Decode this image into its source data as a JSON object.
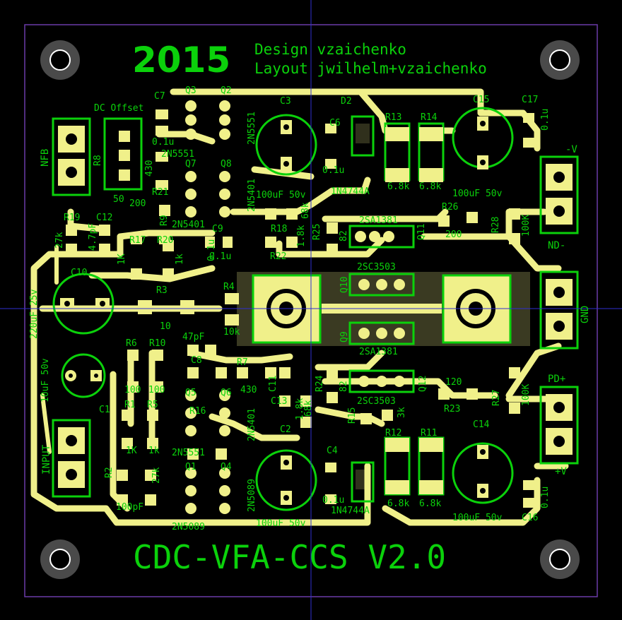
{
  "board": {
    "year": "2015",
    "design_line": "Design vzaichenko",
    "layout_line": "Layout jwilhelm+vzaichenko",
    "title": "CDC-VFA-CCS V2.0",
    "dc_offset": "DC Offset"
  },
  "connectors": {
    "nfb": "NFB",
    "input": "INPUT",
    "nd_minus": "ND-",
    "gnd": "GND",
    "pd_plus": "PD+",
    "v_minus": "-V",
    "v_plus": "+V"
  },
  "labels": [
    {
      "id": "c7",
      "text": "C7"
    },
    {
      "id": "q3",
      "text": "Q3"
    },
    {
      "id": "q2",
      "text": "Q2"
    },
    {
      "id": "c3",
      "text": "C3"
    },
    {
      "id": "d2",
      "text": "D2"
    },
    {
      "id": "r13",
      "text": "R13"
    },
    {
      "id": "r14",
      "text": "R14"
    },
    {
      "id": "c15",
      "text": "C15"
    },
    {
      "id": "c17",
      "text": "C17"
    },
    {
      "id": "r8",
      "text": "R8"
    },
    {
      "id": "v430",
      "text": "430"
    },
    {
      "id": "v0_1u_a",
      "text": "0.1u"
    },
    {
      "id": "q7",
      "text": "Q7"
    },
    {
      "id": "q8",
      "text": "Q8"
    },
    {
      "id": "n2n5551_a",
      "text": "2N5551"
    },
    {
      "id": "n2n5551_b",
      "text": "2N5551"
    },
    {
      "id": "v50",
      "text": "50"
    },
    {
      "id": "r21",
      "text": "R21"
    },
    {
      "id": "v200_a",
      "text": "200"
    },
    {
      "id": "r9",
      "text": "R9"
    },
    {
      "id": "n2n5401_a",
      "text": "2N5401"
    },
    {
      "id": "n2n5401_b",
      "text": "2N5401"
    },
    {
      "id": "c6",
      "text": "C6"
    },
    {
      "id": "v0_1u_b",
      "text": "0.1u"
    },
    {
      "id": "v100uf_a",
      "text": "100uF 50v"
    },
    {
      "id": "n4744a_a",
      "text": "1N4744A"
    },
    {
      "id": "v6_8k_a",
      "text": "6.8k"
    },
    {
      "id": "v6_8k_b",
      "text": "6.8k"
    },
    {
      "id": "v100uf_b",
      "text": "100uF 50v"
    },
    {
      "id": "v0_1u_c",
      "text": "0.1u"
    },
    {
      "id": "r19",
      "text": "R19"
    },
    {
      "id": "c12",
      "text": "C12"
    },
    {
      "id": "v27k_a",
      "text": "27k"
    },
    {
      "id": "v4_7pf",
      "text": "4.7pF"
    },
    {
      "id": "r17",
      "text": "R17"
    },
    {
      "id": "r20",
      "text": "R20"
    },
    {
      "id": "c9",
      "text": "C9"
    },
    {
      "id": "v0_1u_d",
      "text": "0.1u"
    },
    {
      "id": "r18",
      "text": "R18"
    },
    {
      "id": "v68k",
      "text": "68k"
    },
    {
      "id": "r22",
      "text": "R22"
    },
    {
      "id": "v1_8k",
      "text": "1.8k"
    },
    {
      "id": "r25",
      "text": "R25"
    },
    {
      "id": "v82_a",
      "text": "82"
    },
    {
      "id": "n2sa1381_a",
      "text": "2SA1381"
    },
    {
      "id": "q11",
      "text": "Q11"
    },
    {
      "id": "r26",
      "text": "R26"
    },
    {
      "id": "v200_b",
      "text": "200"
    },
    {
      "id": "r28",
      "text": "R28"
    },
    {
      "id": "v100k_a",
      "text": "100K"
    },
    {
      "id": "c10",
      "text": "C10"
    },
    {
      "id": "v220uf",
      "text": "220uF 25v"
    },
    {
      "id": "v1k_a",
      "text": "1K"
    },
    {
      "id": "v1k_b",
      "text": "1k"
    },
    {
      "id": "r3",
      "text": "R3"
    },
    {
      "id": "r4",
      "text": "R4"
    },
    {
      "id": "v10_a",
      "text": "10"
    },
    {
      "id": "v10k",
      "text": "10k"
    },
    {
      "id": "q10",
      "text": "Q10"
    },
    {
      "id": "n2sc3503_a",
      "text": "2SC3503"
    },
    {
      "id": "q9",
      "text": "Q9"
    },
    {
      "id": "n2sa1381_b",
      "text": "2SA1381"
    },
    {
      "id": "r6",
      "text": "R6"
    },
    {
      "id": "r10",
      "text": "R10"
    },
    {
      "id": "v47pf",
      "text": "47pF"
    },
    {
      "id": "c8",
      "text": "C8"
    },
    {
      "id": "v100_a",
      "text": "100"
    },
    {
      "id": "v100_b",
      "text": "100"
    },
    {
      "id": "r7",
      "text": "R7"
    },
    {
      "id": "v430_b",
      "text": "430"
    },
    {
      "id": "c11",
      "text": "C11"
    },
    {
      "id": "c13",
      "text": "C13"
    },
    {
      "id": "v10uf",
      "text": "10uF 50v"
    },
    {
      "id": "c1",
      "text": "C1"
    },
    {
      "id": "q5",
      "text": "Q5"
    },
    {
      "id": "q6",
      "text": "Q6"
    },
    {
      "id": "r24",
      "text": "R24"
    },
    {
      "id": "v82_b",
      "text": "82"
    },
    {
      "id": "n2sc3503_b",
      "text": "2SC3503"
    },
    {
      "id": "q12",
      "text": "Q12"
    },
    {
      "id": "v120",
      "text": "120"
    },
    {
      "id": "r23",
      "text": "R23"
    },
    {
      "id": "r27",
      "text": "R27"
    },
    {
      "id": "v100k_b",
      "text": "100K"
    },
    {
      "id": "r1",
      "text": "R1"
    },
    {
      "id": "r5",
      "text": "R5"
    },
    {
      "id": "r16",
      "text": "R16"
    },
    {
      "id": "v1k_c",
      "text": "1K"
    },
    {
      "id": "v1k_d",
      "text": "1k"
    },
    {
      "id": "r15",
      "text": "R15"
    },
    {
      "id": "v3k",
      "text": "3k"
    },
    {
      "id": "c2",
      "text": "C2"
    },
    {
      "id": "c4",
      "text": "C4"
    },
    {
      "id": "r12",
      "text": "R12"
    },
    {
      "id": "r11",
      "text": "R11"
    },
    {
      "id": "c14",
      "text": "C14"
    },
    {
      "id": "r2",
      "text": "R2"
    },
    {
      "id": "v27k_b",
      "text": "27k"
    },
    {
      "id": "q1",
      "text": "Q1"
    },
    {
      "id": "q4",
      "text": "Q4"
    },
    {
      "id": "n2n5551_c",
      "text": "2N5551"
    },
    {
      "id": "n2n5401_c",
      "text": "2N5401"
    },
    {
      "id": "v100pf",
      "text": "100pF"
    },
    {
      "id": "n2n5089",
      "text": "2N5089"
    },
    {
      "id": "n2n5089_b",
      "text": "2N5089"
    },
    {
      "id": "v100uf_c",
      "text": "100uF 50v"
    },
    {
      "id": "v0_1u_e",
      "text": "0.1u"
    },
    {
      "id": "n4744a_b",
      "text": "1N4744A"
    },
    {
      "id": "v6_8k_c",
      "text": "6.8k"
    },
    {
      "id": "v6_8k_d",
      "text": "6.8k"
    },
    {
      "id": "v100uf_d",
      "text": "100uF 50v"
    },
    {
      "id": "c16",
      "text": "C16"
    },
    {
      "id": "v0_1u_f",
      "text": "0.1u"
    },
    {
      "id": "v0_1u_g",
      "text": "0.1u"
    },
    {
      "id": "v68k_b",
      "text": "68k"
    },
    {
      "id": "v1_8k_b",
      "text": "1.8k"
    }
  ],
  "colors": {
    "background": "#000000",
    "silkscreen": "#0bd10b",
    "copper": "#f0f08a",
    "heatsink_plate": "#3a3a22",
    "crosshair": "#2f2fd0",
    "board_edge": "#6a3aa8"
  }
}
